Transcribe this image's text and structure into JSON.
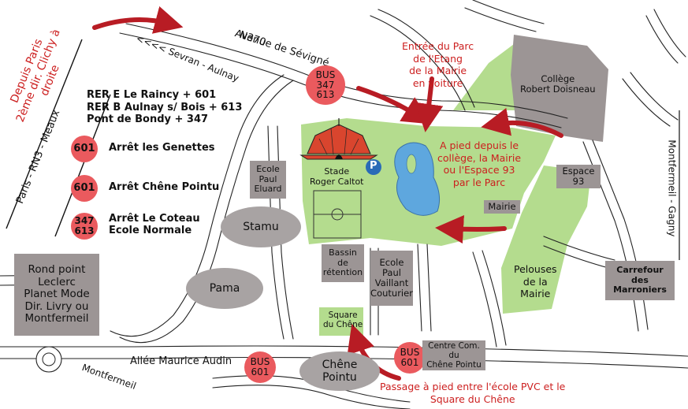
{
  "roads": {
    "avenue_sevigne": "Avenue de Sévigné",
    "n370": "N370",
    "sevran_aulnay": "<<<< Sevran - Aulnay",
    "paris_meaux": "Paris - RN3 - Meaux",
    "montfermeil_gagny": "Montfermeil - Gagny",
    "allee_audin": "Allée Maurice Audin",
    "montfermeil": "Montfermeil"
  },
  "depuis_paris": "Depuis Paris\n2ème dir. Clichy à\ndroite",
  "transport_info": "RER E Le Raincy + 601\nRER B Aulnay s/ Bois + 613\nPont de Bondy + 347",
  "bus_stops": [
    {
      "badge": "601",
      "label": "Arrêt les Genettes"
    },
    {
      "badge": "601",
      "label": "Arrêt Chêne Pointu"
    },
    {
      "badge": "347\n613",
      "label": "Arrêt Le Coteau\nEcole Normale"
    }
  ],
  "bus_badges": {
    "top": "BUS\n347\n613",
    "bottom_right": "BUS\n601",
    "bottom_left": "BUS\n601"
  },
  "places": {
    "college": "Collège\nRobert Doisneau",
    "espace93": "Espace\n93",
    "mairie": "Mairie",
    "carrefour": "Carrefour\ndes\nMarroniers",
    "ecole_eluard": "Ecole\nPaul\nEluard",
    "bassin": "Bassin\nde\nrétention",
    "ecole_vaillant": "Ecole\nPaul\nVaillant\nCouturier",
    "square": "Square\ndu Chêne",
    "centre_com": "Centre Com.\ndu\nChêne Pointu",
    "rond_point": "Rond point\nLeclerc\nPlanet Mode\nDir. Livry ou\nMontfermeil",
    "stade": "Stade\nRoger Caltot",
    "pelouses": "Pelouses\nde la\nMairie",
    "parking": "P"
  },
  "districts": {
    "stamu": "Stamu",
    "pama": "Pama",
    "chene_pointu": "Chêne\nPointu"
  },
  "annotations": {
    "entree_parc": "Entrée du Parc\nde l'Etang\nde la Mairie\nen voiture",
    "a_pied": "A pied depuis le\ncollège, la Mairie\nou l'Espace 93\npar le Parc",
    "passage": "Passage à pied entre l'école PVC et le\nSquare du Chêne"
  },
  "colors": {
    "park_green": "#b4dc8e",
    "water_blue": "#5ea7de",
    "building_grey": "#9c9595",
    "bus_red": "#ea5a5e",
    "arrow_red": "#b81c24",
    "text_red": "#cc1f1f",
    "tent_red": "#d9452e"
  }
}
